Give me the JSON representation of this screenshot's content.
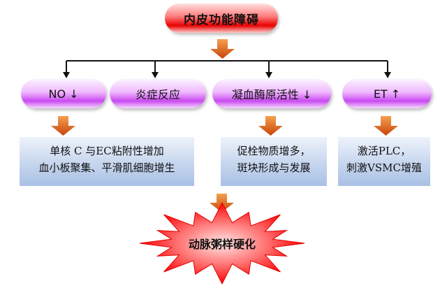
{
  "top": {
    "label": "内皮功能障碍"
  },
  "factors": [
    {
      "label": "NO ↓"
    },
    {
      "label": "炎症反应"
    },
    {
      "label": "凝血酶原活性 ↓"
    },
    {
      "label": "ET ↑"
    }
  ],
  "effects": [
    {
      "line1": "单核 C 与EC粘附性增加",
      "line2": "血小板聚集、平滑肌细胞增生"
    },
    {
      "line1": "促栓物质增多，",
      "line2": "斑块形成与发展"
    },
    {
      "line1": "激活PLC，",
      "line2": "刺激VSMC增殖"
    }
  ],
  "result": {
    "label": "动脉粥样硬化"
  },
  "colors": {
    "top_pill": "#e80000",
    "factor_pill": "#c94af0",
    "effect_box": "#a9c0e4",
    "arrow": "#d95a12",
    "star": "#ff1a1a"
  }
}
